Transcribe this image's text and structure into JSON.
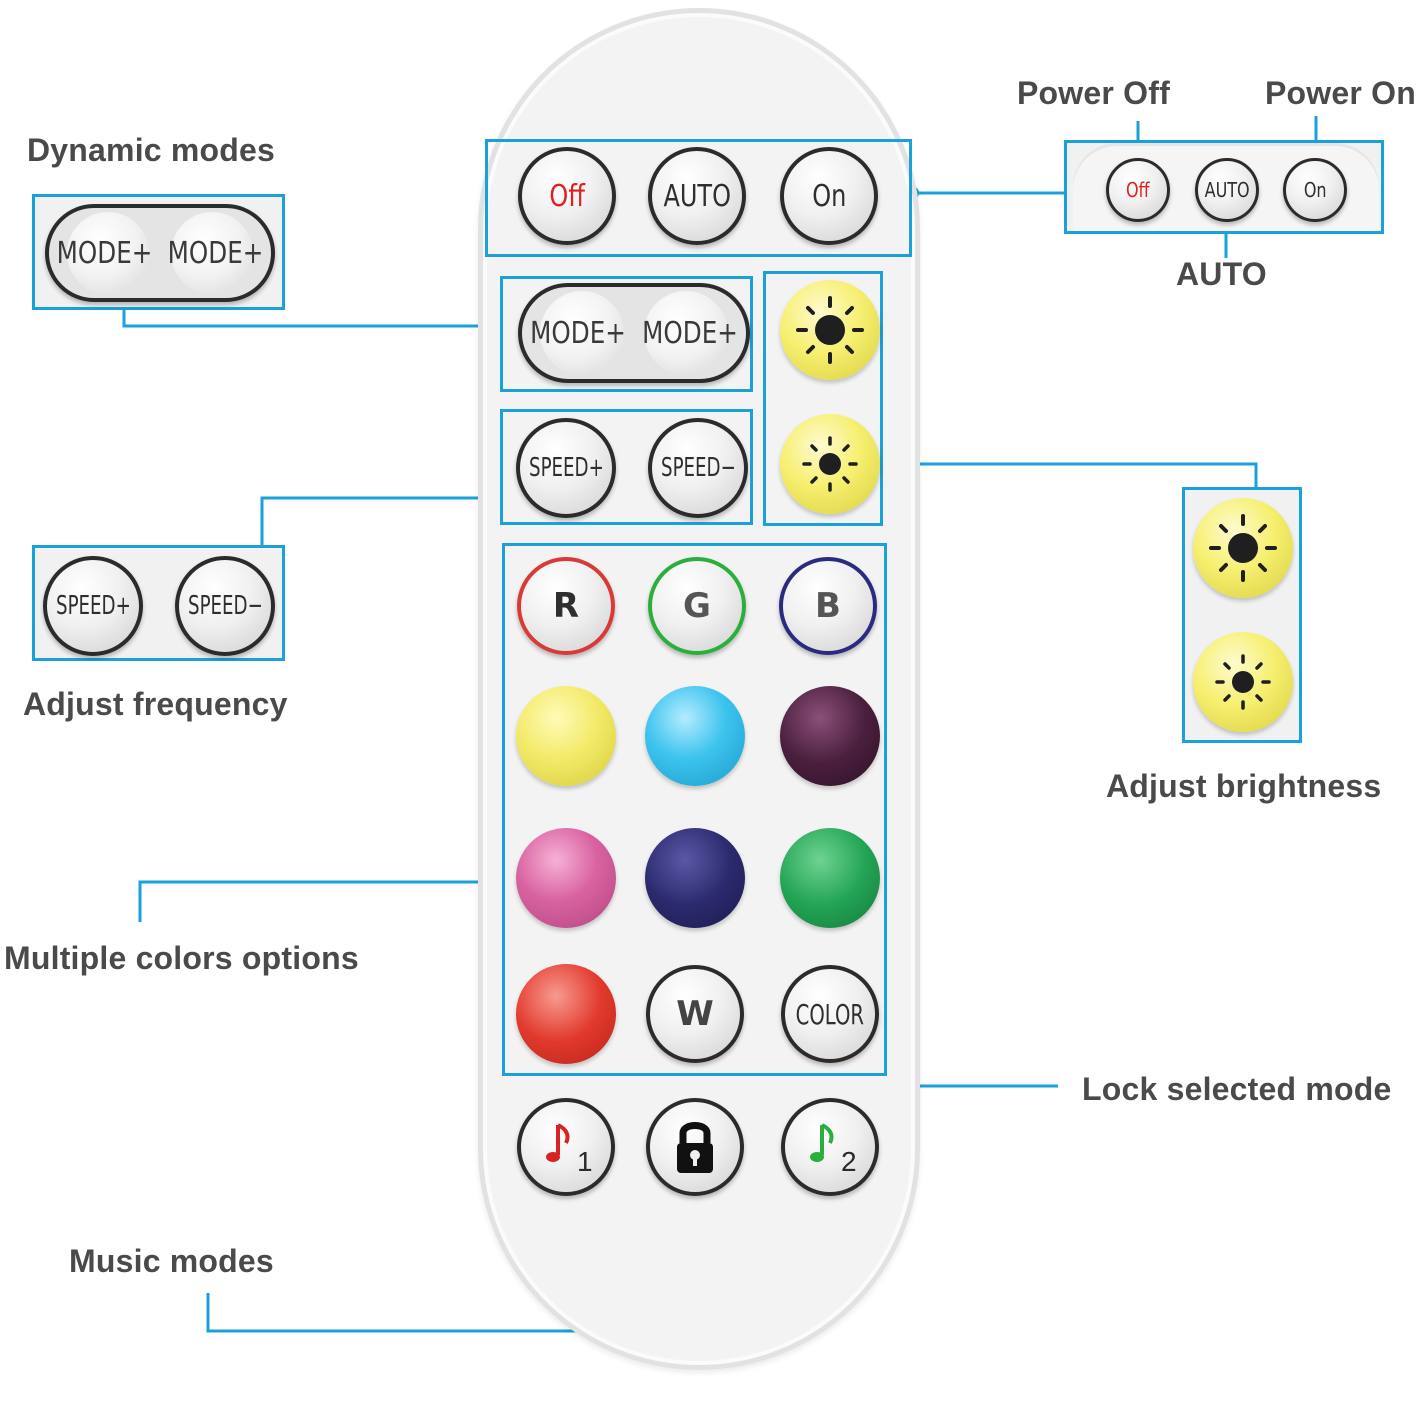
{
  "labels": {
    "dynamic_modes": "Dynamic modes",
    "adjust_frequency": "Adjust frequency",
    "multiple_colors": "Multiple colors options",
    "music_modes": "Music modes",
    "power_off": "Power Off",
    "power_on": "Power On",
    "auto": "AUTO",
    "adjust_brightness": "Adjust brightness",
    "lock_selected_mode": "Lock selected mode"
  },
  "buttons": {
    "off": "Off",
    "auto": "AUTO",
    "on": "On",
    "mode_plus_a": "MODE+",
    "mode_plus_b": "MODE+",
    "speed_plus": "SPEED+",
    "speed_minus": "SPEED−",
    "r": "R",
    "g": "G",
    "b": "B",
    "w": "W",
    "color": "COLOR",
    "music1_sub": "1",
    "music2_sub": "2"
  },
  "icons": {
    "brightness_up": "sun-large-icon",
    "brightness_down": "sun-small-icon",
    "lock": "lock-icon",
    "music_note": "music-note-icon"
  },
  "colors": {
    "callout_line": "#1ba1d9",
    "off_text": "#e02020",
    "r_ring": "#d83a3a",
    "g_ring": "#2cae3c",
    "b_ring": "#2a2a80",
    "swatch_yellow": "#f3ea6a",
    "swatch_cyan": "#3cc3ee",
    "swatch_plum": "#4a1f3d",
    "swatch_pink": "#d963a2",
    "swatch_indigo": "#2c2a6e",
    "swatch_green": "#23a455",
    "swatch_red": "#e2392d",
    "note1": "#d62424",
    "note2": "#2cae3c"
  }
}
